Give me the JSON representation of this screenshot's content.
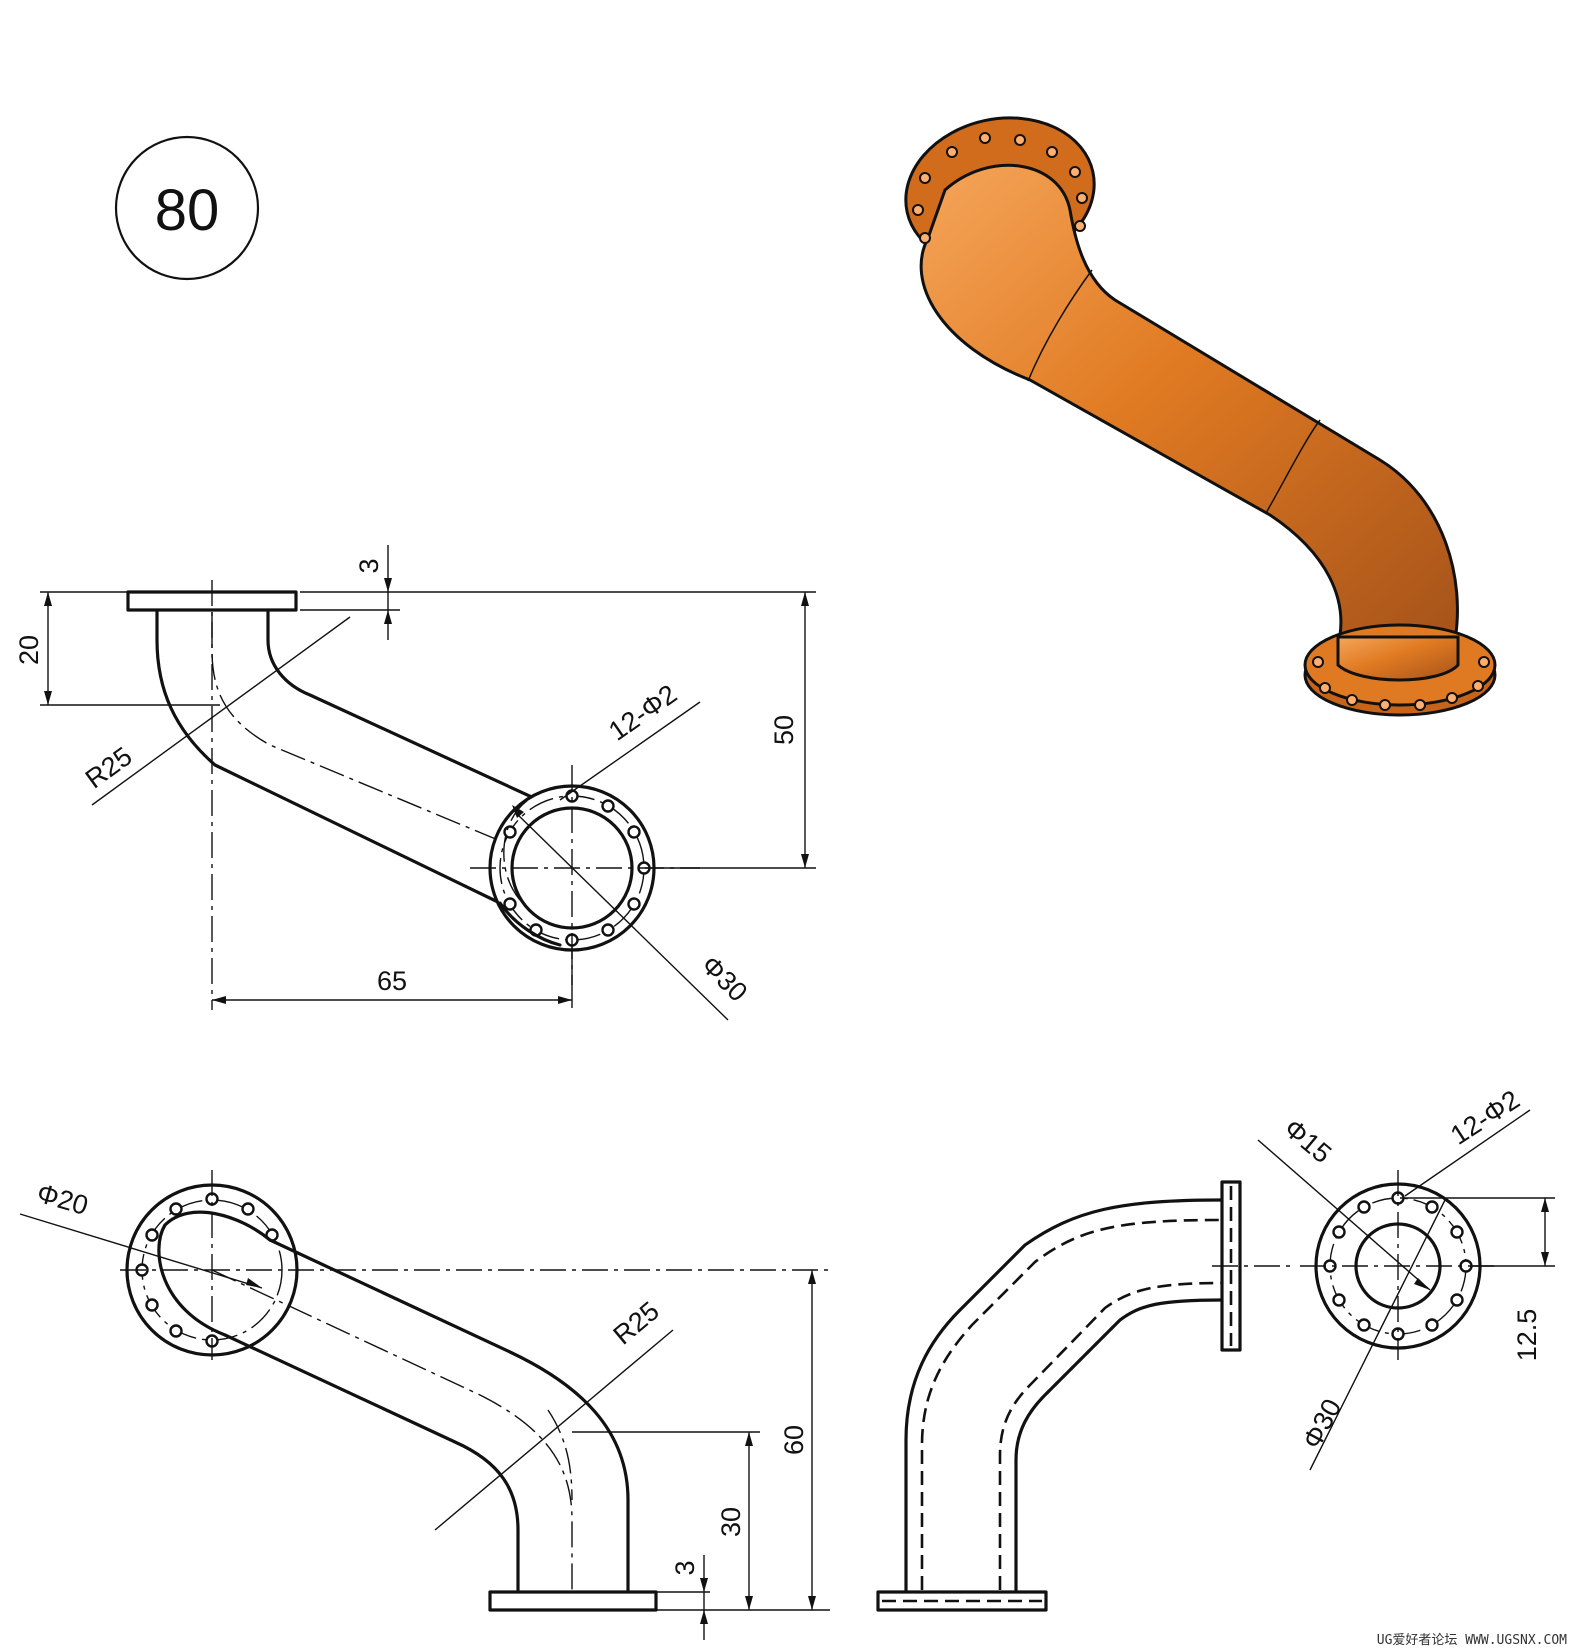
{
  "drawing": {
    "number": "80",
    "colors": {
      "line": "#111111",
      "model_fill": "#e07a22",
      "model_highlight": "#f5a55a",
      "model_shadow": "#a6531a"
    },
    "front_view": {
      "dims": {
        "flange_thick": "3",
        "height_20": "20",
        "radius": "R25",
        "holes": "12-Φ2",
        "height_50": "50",
        "dia_30": "Φ30",
        "width_65": "65"
      }
    },
    "top_view": {
      "dims": {
        "dia_20": "Φ20",
        "radius": "R25",
        "height_60": "60",
        "height_30": "30",
        "flange_thick": "3"
      }
    },
    "side_view": {
      "dims": {
        "dia_15": "Φ15",
        "holes": "12-Φ2",
        "height_12_5": "12.5",
        "dia_30": "Φ30"
      }
    },
    "footer": "UG爱好者论坛 WWW.UGSNX.COM"
  }
}
